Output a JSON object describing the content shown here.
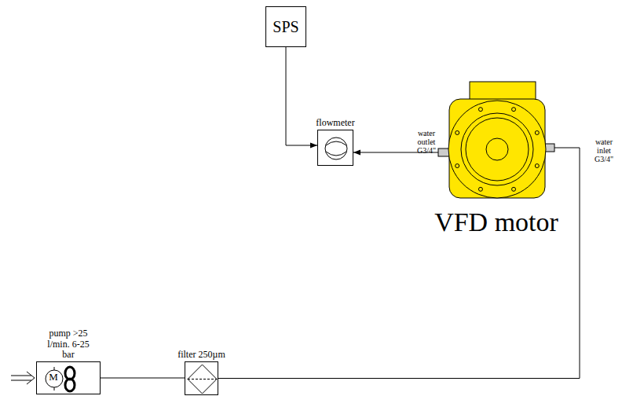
{
  "diagram": {
    "nodes": [
      {
        "text": [
          "SPS"
        ]
      },
      {
        "text": [
          "flowmeter"
        ]
      },
      {
        "text": [
          "VFD motor"
        ]
      },
      {
        "text": [
          "pump >25 l/min. 6-25 bar"
        ]
      },
      {
        "text": [
          "filter 250µm"
        ]
      }
    ],
    "edges": [
      {
        "from": 0,
        "to": 1,
        "arrow": "to"
      },
      {
        "from": 2,
        "to": 1,
        "arrow": "to"
      },
      {
        "from": 3,
        "to": 4,
        "arrow": "none"
      },
      {
        "from": 4,
        "to": 2,
        "arrow": "none"
      }
    ],
    "labels": [
      "water outlet G3/4\"",
      "water inlet G3/4\"",
      "M"
    ]
  }
}
